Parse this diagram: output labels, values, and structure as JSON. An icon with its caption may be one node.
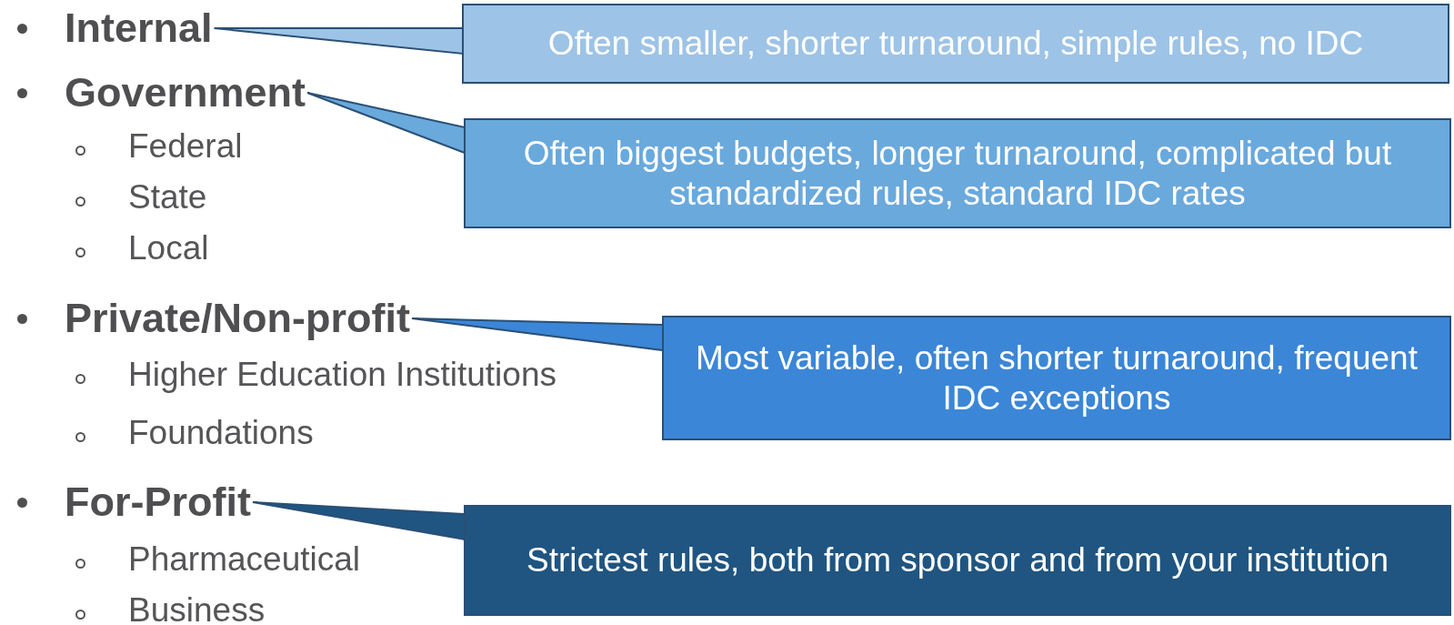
{
  "diagram": {
    "nodes": [
      {
        "text": [
          "Internal"
        ]
      },
      {
        "text": [
          "Often smaller, shorter turnaround, simple rules, no IDC"
        ]
      },
      {
        "text": [
          "Government"
        ]
      },
      {
        "text": [
          "Often biggest budgets, longer turnaround, complicated but standardized rules, standard IDC rates"
        ]
      },
      {
        "text": [
          "Private/Non-profit"
        ]
      },
      {
        "text": [
          "Most variable, often shorter turnaround, frequent IDC exceptions"
        ]
      },
      {
        "text": [
          "For-Profit"
        ]
      },
      {
        "text": [
          "Strictest rules, both from sponsor and from your institution"
        ]
      }
    ],
    "edges": [
      {
        "from": 1,
        "to": 0,
        "arrow": "none"
      },
      {
        "from": 3,
        "to": 2,
        "arrow": "none"
      },
      {
        "from": 5,
        "to": 4,
        "arrow": "none"
      },
      {
        "from": 7,
        "to": 6,
        "arrow": "none"
      }
    ],
    "labels": [
      "Federal",
      "State",
      "Local",
      "Higher Education Institutions",
      "Foundations",
      "Pharmaceutical",
      "Business"
    ]
  }
}
